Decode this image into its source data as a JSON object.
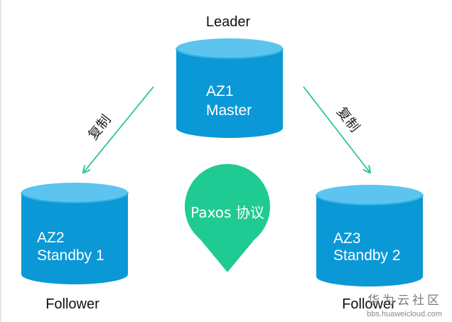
{
  "nodes": {
    "leader": {
      "role": "Leader",
      "line1": "AZ1",
      "line2": "Master"
    },
    "follower_left": {
      "role": "Follower",
      "line1": "AZ2",
      "line2": "Standby 1"
    },
    "follower_right": {
      "role": "Follower",
      "line1": "AZ3",
      "line2": "Standby 2"
    }
  },
  "edges": {
    "left_label": "复制",
    "right_label": "复制"
  },
  "protocol": {
    "label": "Paxos 协议"
  },
  "watermark": {
    "title": "华为云社区",
    "url": "bbs.huaweicloud.com"
  },
  "colors": {
    "cylinder_body": "#0b98d6",
    "cylinder_top": "#5cc4ee",
    "cylinder_rim": "#2db0e6",
    "arrow": "#2fc59a",
    "paxos_pin": "#1fcb93"
  }
}
